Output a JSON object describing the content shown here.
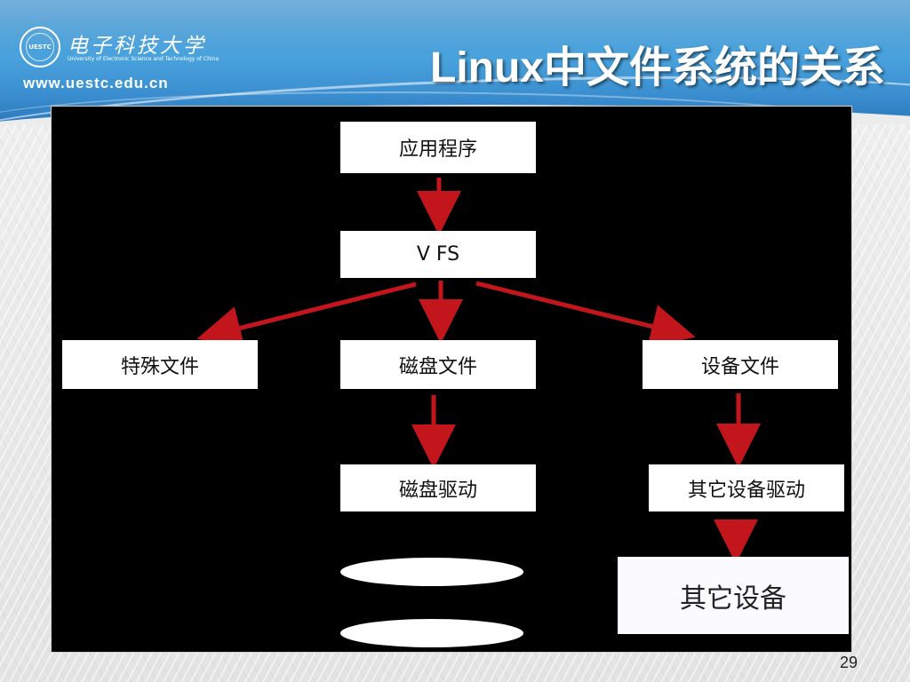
{
  "header": {
    "logo_cn": "电子科技大学",
    "logo_en": "University of Electronic Science and Technology of China",
    "logo_emblem": "UESTC",
    "site_url": "www.uestc.edu.cn",
    "title": "Linux中文件系统的关系"
  },
  "diagram": {
    "nodes": {
      "app": "应用程序",
      "vfs": "V FS",
      "special_file": "特殊文件",
      "disk_file": "磁盘文件",
      "device_file": "设备文件",
      "disk_driver": "磁盘驱动",
      "other_driver": "其它设备驱动",
      "other_device": "其它设备"
    },
    "edges": [
      [
        "app",
        "vfs"
      ],
      [
        "vfs",
        "special_file"
      ],
      [
        "vfs",
        "disk_file"
      ],
      [
        "vfs",
        "device_file"
      ],
      [
        "disk_file",
        "disk_driver"
      ],
      [
        "device_file",
        "other_driver"
      ],
      [
        "other_driver",
        "other_device"
      ]
    ],
    "colors": {
      "background": "#000000",
      "node_fill": "#ffffff",
      "arrow": "#c3161c"
    }
  },
  "footer": {
    "page_number": "29"
  }
}
